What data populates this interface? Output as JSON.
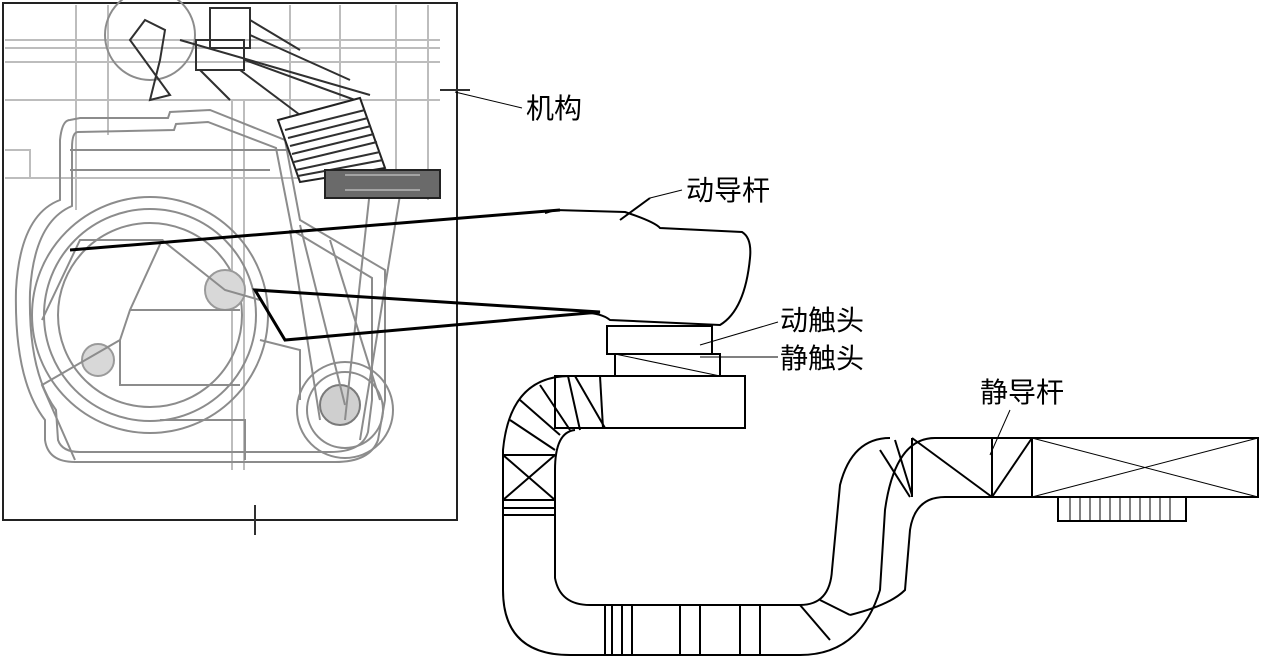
{
  "labels": {
    "mechanism": "机构",
    "moving_guide_rod": "动导杆",
    "moving_contact": "动触头",
    "static_contact": "静触头",
    "static_guide_rod": "静导杆"
  }
}
